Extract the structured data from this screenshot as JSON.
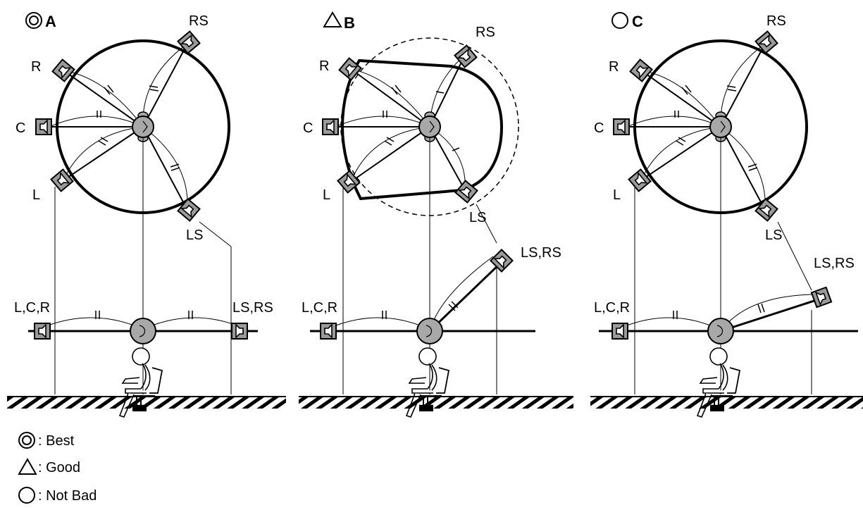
{
  "panels": [
    {
      "letter": "A",
      "rating_icon": "double-circle",
      "labels": {
        "r": "R",
        "c": "C",
        "l": "L",
        "rs": "RS",
        "ls": "LS",
        "front_side": "L,C,R",
        "rear_side": "LS,RS"
      }
    },
    {
      "letter": "B",
      "rating_icon": "triangle",
      "labels": {
        "r": "R",
        "c": "C",
        "l": "L",
        "rs": "RS",
        "ls": "LS",
        "front_side": "L,C,R",
        "rear_side": "LS,RS"
      }
    },
    {
      "letter": "C",
      "rating_icon": "circle",
      "labels": {
        "r": "R",
        "c": "C",
        "l": "L",
        "rs": "RS",
        "ls": "LS",
        "front_side": "L,C,R",
        "rear_side": "LS,RS"
      }
    }
  ],
  "legend": [
    {
      "icon": "double-circle",
      "text": ": Best"
    },
    {
      "icon": "triangle",
      "text": ": Good"
    },
    {
      "icon": "circle",
      "text": ": Not Bad"
    }
  ],
  "colors": {
    "speaker_fill": "#9a9a9a",
    "head_fill": "#a8a8a8",
    "line": "#000000"
  }
}
